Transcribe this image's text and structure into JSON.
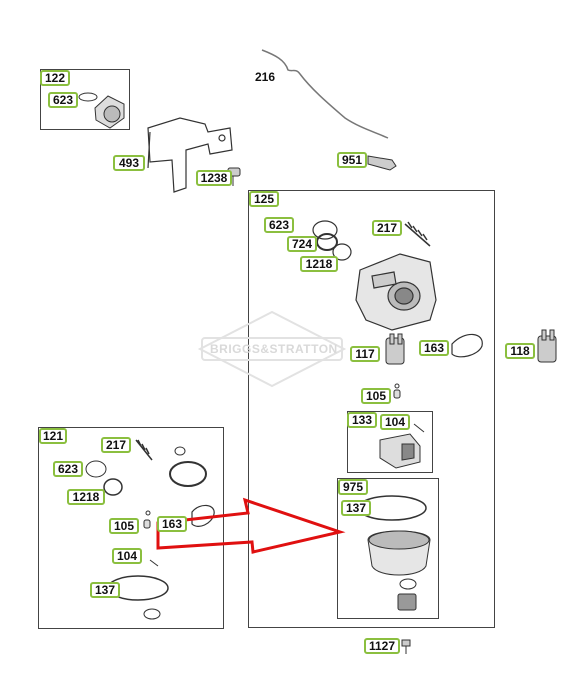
{
  "diagram": {
    "watermark": "BRIGGS&STRATTON",
    "plain_labels": {
      "p216": "216"
    },
    "callouts": {
      "c122": "122",
      "c623a": "623",
      "c493": "493",
      "c1238": "1238",
      "c951": "951",
      "c125": "125",
      "c623b": "623",
      "c217a": "217",
      "c724": "724",
      "c1218a": "1218",
      "c117": "117",
      "c163": "163",
      "c118": "118",
      "c105a": "105",
      "c133": "133",
      "c104a": "104",
      "c975": "975",
      "c137a": "137",
      "c1127": "1127",
      "c121": "121",
      "c217b": "217",
      "c623c": "623",
      "c1218b": "1218",
      "c105b": "105",
      "c163b": "163",
      "c104b": "104",
      "c137b": "137"
    },
    "colors": {
      "callout_border": "#8bbf3f",
      "arrow": "#e01010",
      "line": "#444444"
    }
  }
}
